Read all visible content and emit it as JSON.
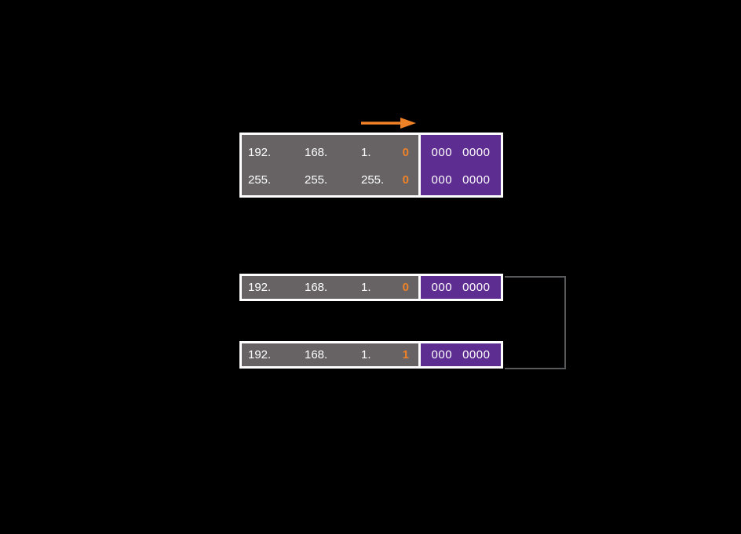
{
  "colors": {
    "background": "#000000",
    "box_gray": "#676364",
    "box_purple": "#5E2D91",
    "accent_orange": "#EF8227",
    "bracket_gray": "#58595B",
    "text_white": "#FFFFFF"
  },
  "diagram": {
    "address_mask_box": {
      "ip_row": {
        "octets": [
          "192.",
          "168.",
          "1."
        ],
        "last_octet": "0",
        "host_bits": [
          "000",
          "0000"
        ]
      },
      "mask_row": {
        "octets": [
          "255.",
          "255.",
          "255."
        ],
        "last_octet": "0",
        "host_bits": [
          "000",
          "0000"
        ]
      }
    },
    "network_address_box": {
      "octets": [
        "192.",
        "168.",
        "1."
      ],
      "last_octet": "0",
      "host_bits": [
        "000",
        "0000"
      ]
    },
    "first_host_box": {
      "octets": [
        "192.",
        "168.",
        "1."
      ],
      "last_octet": "1",
      "host_bits": [
        "000",
        "0000"
      ]
    }
  }
}
